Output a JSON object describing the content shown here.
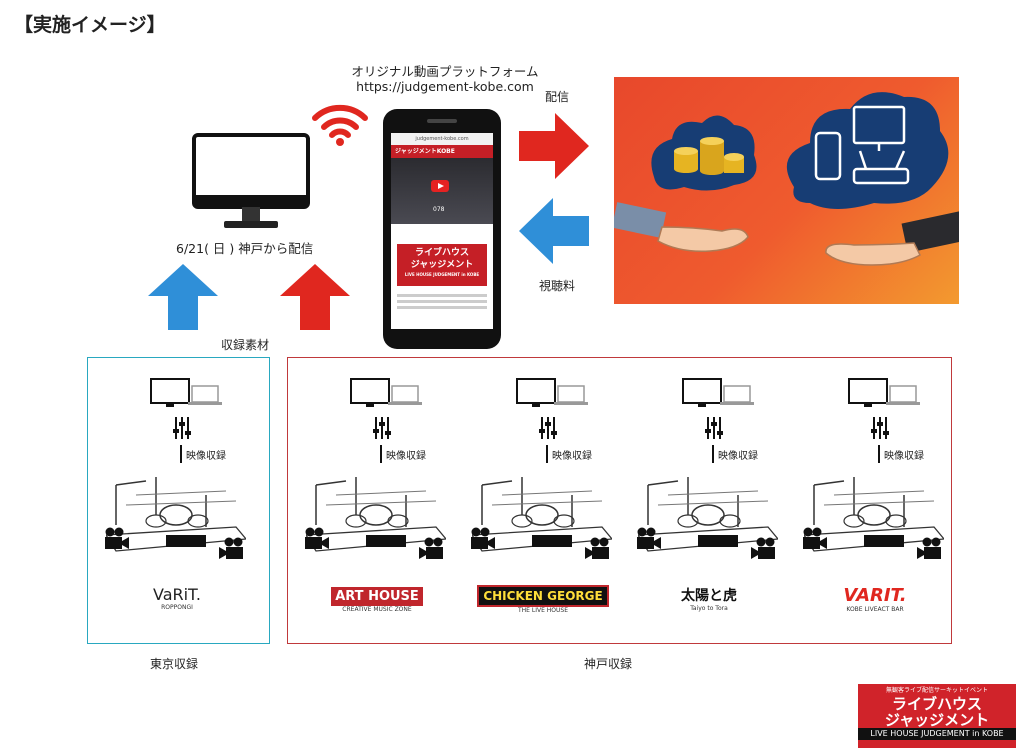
{
  "title": "【実施イメージ】",
  "platform": {
    "name": "オリジナル動画プラットフォーム",
    "url": "https://judgement-kobe.com"
  },
  "labels": {
    "delivery": "配信",
    "viewing_fee": "視聴料",
    "broadcast_date": "6/21( 日 ) 神戸から配信",
    "recording_material": "収録素材",
    "tokyo": "東京収録",
    "kobe": "神戸収録"
  },
  "phone": {
    "address": "judgement-kobe.com",
    "brand": "ジャッジメントKOBE",
    "counter": "078",
    "banner_line1": "ライブハウス",
    "banner_line2": "ジャッジメント",
    "banner_sub": "LIVE HOUSE JUDGEMENT in KOBE"
  },
  "venues": [
    {
      "recording": "映像収録",
      "logo": "VaRiT.",
      "logo_sub": "ROPPONGI"
    },
    {
      "recording": "映像収録",
      "logo": "ART HOUSE",
      "logo_sub": "CREATIVE MUSIC ZONE"
    },
    {
      "recording": "映像収録",
      "logo": "CHICKEN GEORGE",
      "logo_sub": "THE LIVE HOUSE"
    },
    {
      "recording": "映像収録",
      "logo": "太陽と虎",
      "logo_sub": "Taiyo to Tora"
    },
    {
      "recording": "映像収録",
      "logo": "VARIT.",
      "logo_sub": "KOBE LIVEACT BAR"
    }
  ],
  "logo_bottom": {
    "top": "無観客ライブ配信サーキットイベント",
    "line1": "ライブハウス",
    "line2": "ジャッジメント",
    "sub": "LIVE HOUSE JUDGEMENT in KOBE"
  },
  "colors": {
    "arrow_blue": "#2f8fd8",
    "arrow_red": "#e0271f",
    "tokyo_border": "#29a8c0",
    "kobe_border": "#c0393b",
    "brand_red": "#d0232a"
  }
}
